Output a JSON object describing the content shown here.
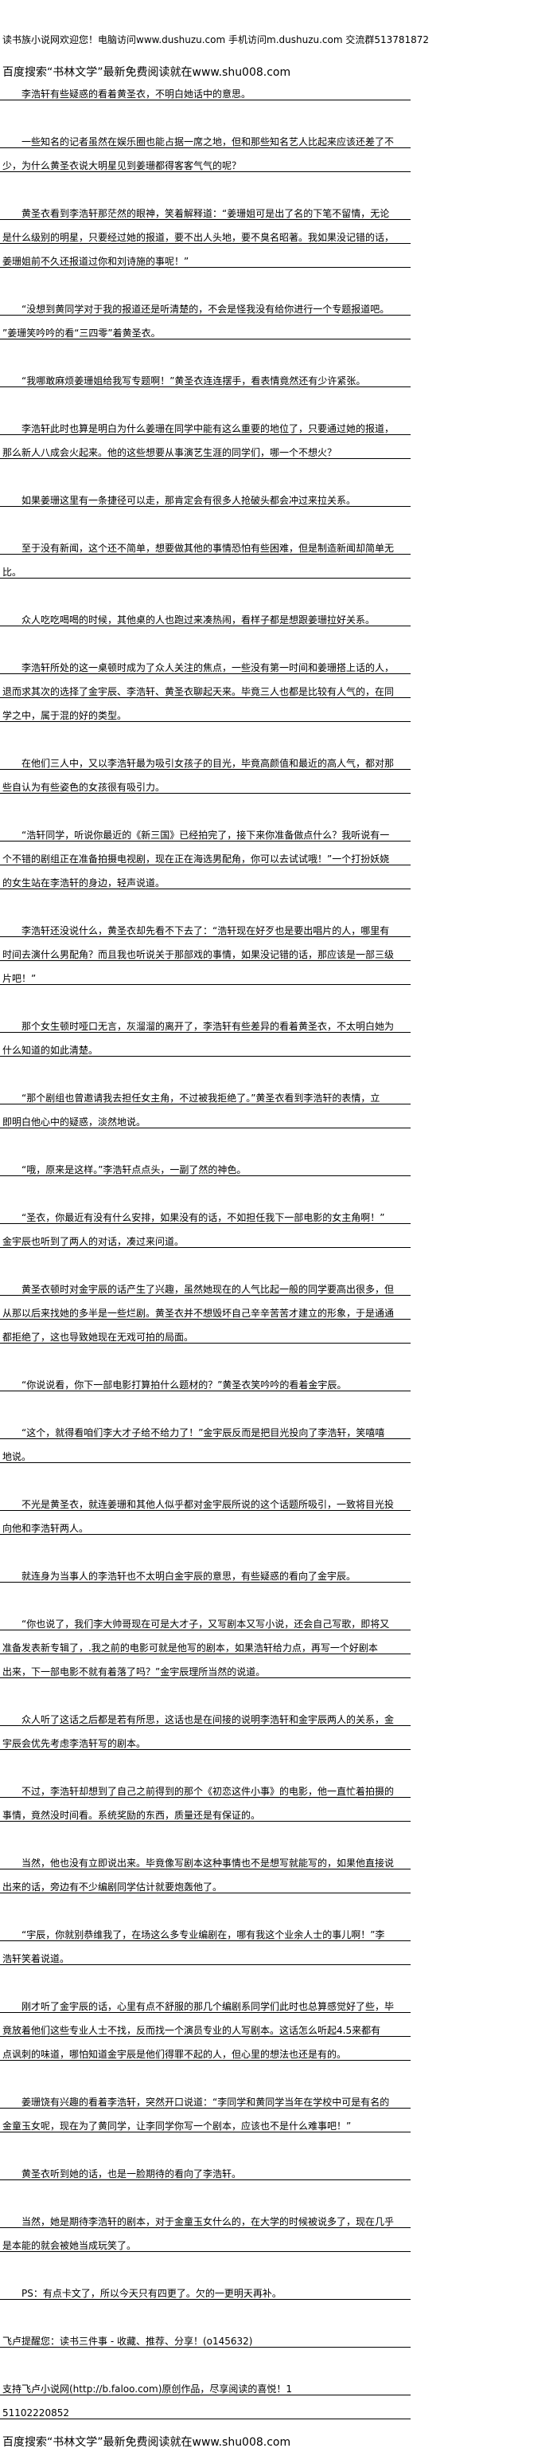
{
  "header": {
    "site_banner": "读书族小说网欢迎您！电脑访问www.dushuzu.com 手机访问m.dushuzu.com 交流群513781872",
    "search_hint": "百度搜索“书林文学”最新免费阅读就在www.shu008.com"
  },
  "paragraphs": [
    {
      "indent": true,
      "lines": [
        "李浩轩有些疑惑的看着黄圣衣，不明白她话中的意思。"
      ]
    },
    {
      "indent": true,
      "lines": [
        "一些知名的记者虽然在娱乐圈也能占据一席之地，但和那些知名艺人比起来应该还差了不",
        "少，为什么黄圣衣说大明星见到姜珊都得客客气气的呢？"
      ]
    },
    {
      "indent": true,
      "lines": [
        "黄圣衣看到李浩轩那茫然的眼神，笑着解释道：“姜珊姐可是出了名的下笔不留情，无论",
        "是什么级别的明星，只要经过她的报道，要不出人头地，要不臭名昭著。我如果没记错的话，",
        "姜珊姐前不久还报道过你和刘诗施的事呢！”"
      ]
    },
    {
      "indent": true,
      "lines": [
        "“没想到黄同学对于我的报道还是听清楚的，不会是怪我没有给你进行一个专题报道吧。",
        "”姜珊笑吟吟的看“三四零”着黄圣衣。"
      ]
    },
    {
      "indent": true,
      "lines": [
        "“我哪敢麻烦姜珊姐给我写专题啊！”黄圣衣连连摆手，看表情竟然还有少许紧张。"
      ]
    },
    {
      "indent": true,
      "lines": [
        "李浩轩此时也算是明白为什么姜珊在同学中能有这么重要的地位了，只要通过她的报道，",
        "那么新人八成会火起来。他的这些想要从事演艺生涯的同学们，哪一个不想火？"
      ]
    },
    {
      "indent": true,
      "lines": [
        "如果姜珊这里有一条捷径可以走，那肯定会有很多人抢破头都会冲过来拉关系。"
      ]
    },
    {
      "indent": true,
      "lines": [
        "至于没有新闻，这个还不简单，想要做其他的事情恐怕有些困难，但是制造新闻却简单无",
        "比。"
      ]
    },
    {
      "indent": true,
      "lines": [
        "众人吃吃喝喝的时候，其他桌的人也跑过来凑热闹，看样子都是想跟姜珊拉好关系。"
      ]
    },
    {
      "indent": true,
      "lines": [
        "李浩轩所处的这一桌顿时成为了众人关注的焦点，一些没有第一时间和姜珊搭上话的人，",
        "退而求其次的选择了金宇辰、李浩轩、黄圣衣聊起天来。毕竟三人也都是比较有人气的，在同",
        "学之中，属于混的好的类型。"
      ]
    },
    {
      "indent": true,
      "lines": [
        "在他们三人中，又以李浩轩最为吸引女孩子的目光，毕竟高颜值和最近的高人气，都对那",
        "些自认为有些姿色的女孩很有吸引力。"
      ]
    },
    {
      "indent": true,
      "lines": [
        "“浩轩同学，听说你最近的《新三国》已经拍完了，接下来你准备做点什么？我听说有一",
        "个不错的剧组正在准备拍摄电视剧，现在正在海选男配角，你可以去试试哦！”一个打扮妖娆",
        "的女生站在李浩轩的身边，轻声说道。"
      ]
    },
    {
      "indent": true,
      "lines": [
        "李浩轩还没说什么，黄圣衣却先看不下去了：“浩轩现在好歹也是要出唱片的人，哪里有",
        "时间去演什么男配角？而且我也听说关于那部戏的事情，如果没记错的话，那应该是一部三级",
        "片吧！”"
      ]
    },
    {
      "indent": true,
      "lines": [
        "那个女生顿时哑口无言，灰溜溜的离开了，李浩轩有些差异的看着黄圣衣，不太明白她为",
        "什么知道的如此清楚。"
      ]
    },
    {
      "indent": true,
      "lines": [
        "“那个剧组也曾邀请我去担任女主角，不过被我拒绝了。”黄圣衣看到李浩轩的表情，立",
        "即明白他心中的疑惑，淡然地说。"
      ]
    },
    {
      "indent": true,
      "lines": [
        "“哦，原来是这样。”李浩轩点点头，一副了然的神色。"
      ]
    },
    {
      "indent": true,
      "lines": [
        "“圣衣，你最近有没有什么安排，如果没有的话，不如担任我下一部电影的女主角啊！”",
        "金宇辰也听到了两人的对话，凑过来问道。"
      ]
    },
    {
      "indent": true,
      "lines": [
        "黄圣衣顿时对金宇辰的话产生了兴趣，虽然她现在的人气比起一般的同学要高出很多，但",
        "从那以后来找她的多半是一些烂剧。黄圣衣并不想毁坏自己辛辛苦苦才建立的形象，于是通通",
        "都拒绝了，这也导致她现在无戏可拍的局面。"
      ]
    },
    {
      "indent": true,
      "lines": [
        "“你说说看，你下一部电影打算拍什么题材的？”黄圣衣笑吟吟的看着金宇辰。"
      ]
    },
    {
      "indent": true,
      "lines": [
        "“这个，就得看咱们李大才子给不给力了！”金宇辰反而是把目光投向了李浩轩，笑嘻嘻",
        "地说。"
      ]
    },
    {
      "indent": true,
      "lines": [
        "不光是黄圣衣，就连姜珊和其他人似乎都对金宇辰所说的这个话题所吸引，一致将目光投",
        "向他和李浩轩两人。"
      ]
    },
    {
      "indent": true,
      "lines": [
        "就连身为当事人的李浩轩也不太明白金宇辰的意思，有些疑惑的看向了金宇辰。"
      ]
    },
    {
      "indent": true,
      "lines": [
        "“你也说了，我们李大帅哥现在可是大才子，又写剧本又写小说，还会自己写歌，即将又",
        "准备发表新专辑了，.我之前的电影可就是他写的剧本，如果浩轩给力点，再写一个好剧本",
        "出来，下一部电影不就有着落了吗？”金宇辰理所当然的说道。"
      ]
    },
    {
      "indent": true,
      "lines": [
        "众人听了这话之后都是若有所思，这话也是在间接的说明李浩轩和金宇辰两人的关系，金",
        "宇辰会优先考虑李浩轩写的剧本。"
      ]
    },
    {
      "indent": true,
      "lines": [
        "不过，李浩轩却想到了自己之前得到的那个《初恋这件小事》的电影，他一直忙着拍摄的",
        "事情，竟然没时间看。系统奖励的东西，质量还是有保证的。"
      ]
    },
    {
      "indent": true,
      "lines": [
        "当然，他也没有立即说出来。毕竟像写剧本这种事情也不是想写就能写的，如果他直接说",
        "出来的话，旁边有不少编剧同学估计就要炮轰他了。"
      ]
    },
    {
      "indent": true,
      "lines": [
        "“宇辰，你就别恭维我了，在场这么多专业编剧在，哪有我这个业余人士的事儿啊！”李",
        "浩轩笑着说道。"
      ]
    },
    {
      "indent": true,
      "lines": [
        "刚才听了金宇辰的话，心里有点不舒服的那几个编剧系同学们此时也总算感觉好了些，毕",
        "竟放着他们这些专业人士不找，反而找一个演员专业的人写剧本。这话怎么听起4.5来都有",
        "点讽刺的味道，哪怕知道金宇辰是他们得罪不起的人，但心里的想法也还是有的。"
      ]
    },
    {
      "indent": true,
      "lines": [
        "姜珊饶有兴趣的看着李浩轩，突然开口说道：“李同学和黄同学当年在学校中可是有名的",
        "金童玉女呢，现在为了黄同学，让李同学你写一个剧本，应该也不是什么难事吧！”"
      ]
    },
    {
      "indent": true,
      "lines": [
        "黄圣衣听到她的话，也是一脸期待的看向了李浩轩。"
      ]
    },
    {
      "indent": true,
      "lines": [
        "当然，她是期待李浩轩的剧本，对于金童玉女什么的，在大学的时候被说多了，现在几乎",
        "是本能的就会被她当成玩笑了。"
      ]
    },
    {
      "indent": true,
      "lines": [
        "PS：有点卡文了，所以今天只有四更了。欠的一更明天再补。"
      ]
    },
    {
      "indent": false,
      "lines": [
        "飞卢提醒您：读书三件事 - 收藏、推荐、分享！(o145632)"
      ]
    },
    {
      "indent": false,
      "lines": [
        "支持飞卢小说网(http://b.faloo.com)原创作品，尽享阅读的喜悦！1",
        "51102220852"
      ]
    }
  ],
  "footer": {
    "search_hint": "百度搜索“书林文学”最新免费阅读就在www.shu008.com"
  }
}
